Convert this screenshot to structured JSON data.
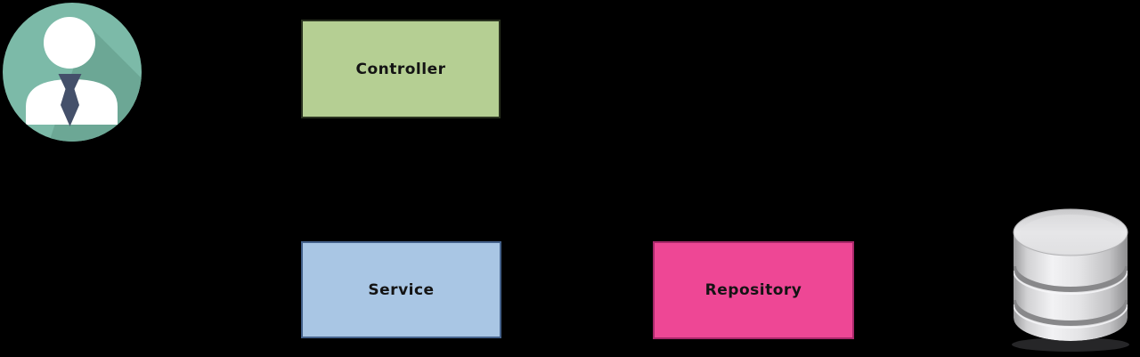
{
  "diagram": {
    "background_color": "#000000",
    "nodes": [
      {
        "label": "Controller",
        "fill": "#b5cf93",
        "border": "#2a3320",
        "text_color": "#141414"
      },
      {
        "label": "Service",
        "fill": "#a9c6e4",
        "border": "#44618a",
        "text_color": "#141414"
      },
      {
        "label": "Repository",
        "fill": "#ee4795",
        "border": "#a8286a",
        "text_color": "#141414"
      }
    ],
    "icons": {
      "user": {
        "name": "user-avatar-icon",
        "circle_color": "#7cbaa8",
        "shadow_color": "#6ca795",
        "figure_color": "#ffffff",
        "tie_color": "#44506a"
      },
      "database": {
        "name": "database-icon",
        "body_color_light": "#f2f2f4",
        "body_color_dark": "#98989a",
        "groove_color": "#88888a",
        "shadow_color": "#333336"
      }
    }
  }
}
